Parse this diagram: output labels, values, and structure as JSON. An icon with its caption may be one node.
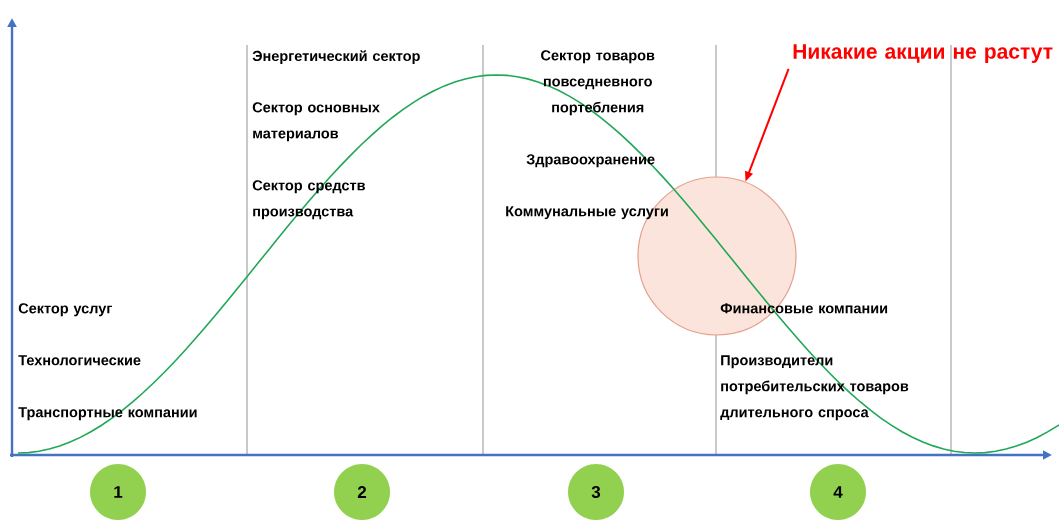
{
  "diagram": {
    "nodes": [
      {
        "text": [
          "1"
        ]
      },
      {
        "text": [
          "2"
        ]
      },
      {
        "text": [
          "3"
        ]
      },
      {
        "text": [
          "4"
        ]
      },
      {
        "text": [],
        "shape": "circle"
      },
      {
        "text": [
          "Никакие акции не растут"
        ]
      }
    ],
    "edges": [
      {
        "from": 5,
        "to": 4,
        "arrow": "to",
        "color": "#ff0000"
      }
    ],
    "labels": [
      "Энергетический сектор",
      "Сектор товаров повседневного портебления",
      "Сектор основных материалов",
      "Здравоохранение",
      "Сектор средств производства",
      "Коммунальные услуги",
      "Сектор услуг",
      "Финансовые компании",
      "Технологические",
      "Производители потребительских товаров длительного спроса",
      "Транспортные компании"
    ]
  }
}
